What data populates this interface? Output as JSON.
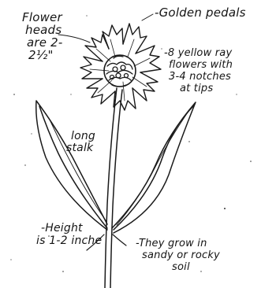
{
  "annotations": {
    "flower_heads": [
      "Flower",
      "heads",
      "are 2-",
      "2½\""
    ],
    "golden_petals": "-Golden pedals",
    "ray_flowers": [
      "-8 yellow ray",
      "flowers with",
      "3-4 notches",
      "at tips"
    ],
    "long_stalk": [
      "long",
      "stalk"
    ],
    "height": [
      "-Height",
      "is 1-2 inche"
    ],
    "habitat": [
      "-They grow in",
      "sandy or rocky",
      "soil"
    ]
  },
  "colors": {
    "ink": "#1a1a1a",
    "paper": "#ffffff"
  }
}
